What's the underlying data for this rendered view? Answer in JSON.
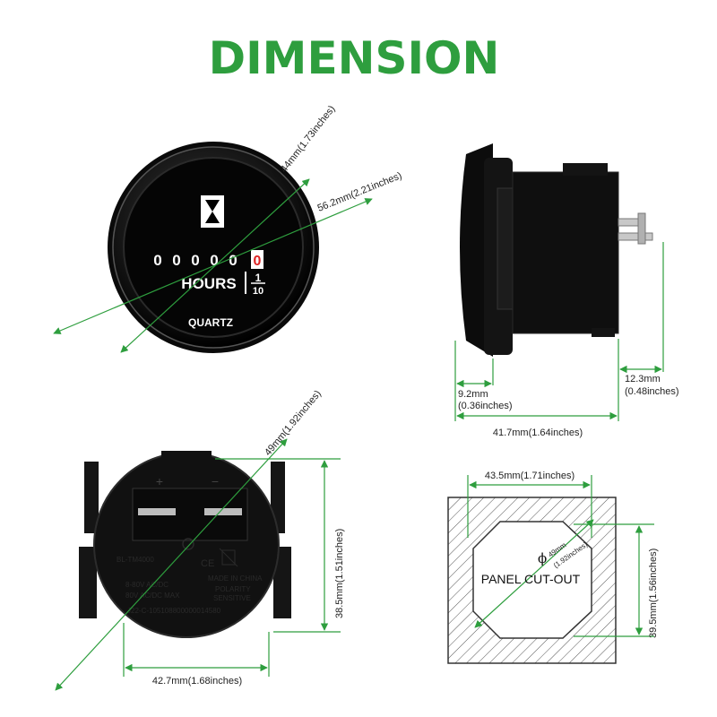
{
  "title": "DIMENSION",
  "colors": {
    "accent": "#2e9e3e",
    "meter_body": "#111111",
    "dial_text": "#ffffff"
  },
  "front_view": {
    "icon": "hourglass-icon",
    "counter_digits": [
      "0",
      "0",
      "0",
      "0",
      "0",
      "0"
    ],
    "hours_label": "HOURS",
    "fraction_top": "1",
    "fraction_bottom": "10",
    "quartz_label": "QUARTZ",
    "dim_bezel": "44mm(1.73inches)",
    "dim_flange": "56.2mm(2.21inches)"
  },
  "side_view": {
    "dim_flange_depth": "9.2mm",
    "dim_flange_depth_in": "(0.36inches)",
    "dim_terminal": "12.3mm",
    "dim_terminal_in": "(0.48inches)",
    "dim_total_depth": "41.7mm(1.64inches)"
  },
  "back_view": {
    "plus_sign": "+",
    "minus_sign": "−",
    "model": "BL-TM4000",
    "voltage_1": "8-80V AC/DC",
    "voltage_2": "80V AC/DC MAX",
    "made_in": "MADE IN CHINA",
    "polarity_1": "POLARITY",
    "polarity_2": "SENSITIVE",
    "serial": "J22-C-105108800000014580",
    "dim_diameter": "49mm(1.92inches)",
    "dim_height": "38.5mm(1.51inches)",
    "dim_width": "42.7mm(1.68inches)"
  },
  "cutout": {
    "dim_top": "43.5mm(1.71inches)",
    "dim_side": "39.5mm(1.56inches)",
    "label": "PANEL CUT-OUT",
    "phi_symbol": "ϕ",
    "phi_value": "49mm",
    "phi_value_in": "(1.92inches)"
  }
}
